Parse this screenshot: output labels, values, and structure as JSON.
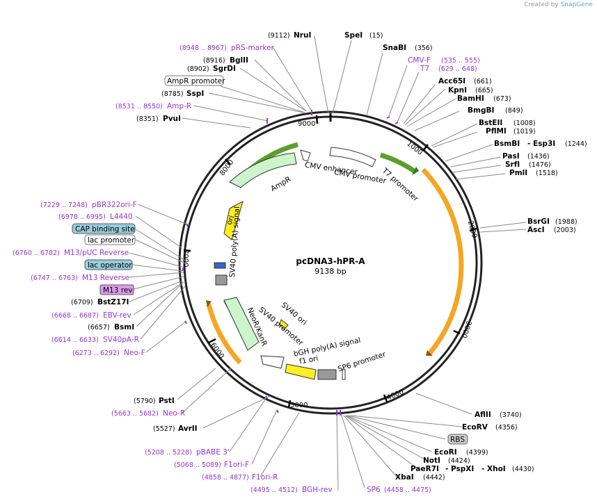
{
  "credit": {
    "prefix": "Created by",
    "brand": "SnapGene"
  },
  "plasmid": {
    "name": "pcDNA3-hPR-A",
    "size": "9138 bp"
  },
  "ticks": [
    "9000",
    "1000",
    "2000",
    "3000",
    "4000",
    "5000",
    "6000",
    "7000",
    "8000"
  ],
  "features": {
    "cmv_enhancer": "CMV enhancer",
    "cmv_promoter": "CMV promoter",
    "t7_promoter": "T7 promoter",
    "ampr": "AmpR",
    "ori": "ori",
    "sv40_polya": "SV40 poly(A) signal",
    "sv40_ori": "SV40 ori",
    "neor": "NeoR/KanR",
    "sv40_promoter": "SV40 promoter",
    "bgh_polya": "bGH poly(A) signal",
    "f1_ori": "f1 ori",
    "sp6_promoter": "SP6 promoter"
  },
  "labels": {
    "nrui": {
      "pos": "(9112)",
      "name": "NruI"
    },
    "spei": {
      "pos": "(15)",
      "name": "SpeI"
    },
    "snabi": {
      "pos": "(356)",
      "name": "SnaBI"
    },
    "prs_marker": {
      "pos": "(8948 .. 8967)",
      "name": "pRS-marker"
    },
    "cmvf": {
      "pos": "(535 .. 555)",
      "name": "CMV-F"
    },
    "t7": {
      "pos": "(629 .. 648)",
      "name": "T7"
    },
    "bglii": {
      "pos": "(8916)",
      "name": "BglII"
    },
    "sgrdi": {
      "pos": "(8902)",
      "name": "SgrDI"
    },
    "acc65i": {
      "pos": "(661)",
      "name": "Acc65I"
    },
    "kpni": {
      "pos": "(665)",
      "name": "KpnI"
    },
    "ampr_promoter": {
      "name": "AmpR promoter"
    },
    "bamhi": {
      "pos": "(673)",
      "name": "BamHI"
    },
    "sspi": {
      "pos": "(8785)",
      "name": "SspI"
    },
    "amp_r": {
      "pos": "(8531 .. 8550)",
      "name": "Amp-R"
    },
    "bmgbi": {
      "pos": "(849)",
      "name": "BmgBI"
    },
    "pvui": {
      "pos": "(8351)",
      "name": "PvuI"
    },
    "bsteii": {
      "pos": "(1008)",
      "name": "BstEII"
    },
    "pflmi": {
      "pos": "(1019)",
      "name": "PflMI"
    },
    "bsmbi": {
      "name": "BsmBI"
    },
    "esp3i": {
      "pos": "(1244)",
      "name": "- Esp3I"
    },
    "pasi": {
      "pos": "(1436)",
      "name": "PasI"
    },
    "srfi": {
      "pos": "(1476)",
      "name": "SrfI"
    },
    "pmli": {
      "pos": "(1518)",
      "name": "PmlI"
    },
    "pbr322": {
      "pos": "(7229 .. 7248)",
      "name": "pBR322ori-F"
    },
    "l4440": {
      "pos": "(6978 .. 6995)",
      "name": "L4440"
    },
    "cap": {
      "name": "CAP binding site"
    },
    "lac_promoter": {
      "name": "lac promoter"
    },
    "m13puc": {
      "pos": "(6760 .. 6782)",
      "name": "M13/pUC Reverse"
    },
    "lac_operator": {
      "name": "lac operator"
    },
    "m13rev": {
      "pos": "(6747 .. 6763)",
      "name": "M13 Reverse"
    },
    "m13rev_box": {
      "name": "M13 rev"
    },
    "bstz17i": {
      "pos": "(6709)",
      "name": "BstZ17I"
    },
    "ebv": {
      "pos": "(6668 .. 6687)",
      "name": "EBV-rev"
    },
    "bsmi": {
      "pos": "(6657)",
      "name": "BsmI"
    },
    "sv40pa": {
      "pos": "(6614 .. 6633)",
      "name": "SV40pA-R"
    },
    "neof": {
      "pos": "(6273 .. 6292)",
      "name": "Neo-F"
    },
    "bsrgi": {
      "pos": "(1988)",
      "name": "BsrGI"
    },
    "asci": {
      "pos": "(2003)",
      "name": "AscI"
    },
    "psti": {
      "pos": "(5790)",
      "name": "PstI"
    },
    "neor_primer": {
      "pos": "(5663 .. 5682)",
      "name": "Neo-R"
    },
    "avrii": {
      "pos": "(5527)",
      "name": "AvrII"
    },
    "pbabe": {
      "pos": "(5208 .. 5228)",
      "name": "pBABE 3'"
    },
    "f1orif": {
      "pos": "(5068 .. 5089)",
      "name": "F1ori-F"
    },
    "f1orir": {
      "pos": "(4858 .. 4877)",
      "name": "F1ori-R"
    },
    "bghrev": {
      "pos": "(4495 .. 4512)",
      "name": "BGH-rev"
    },
    "sp6": {
      "pos": "(4458 .. 4475)",
      "name": "SP6"
    },
    "aflii": {
      "pos": "(3740)",
      "name": "AflII"
    },
    "ecorv": {
      "pos": "(4356)",
      "name": "EcoRV"
    },
    "rbs": {
      "name": "RBS"
    },
    "ecori": {
      "pos": "(4399)",
      "name": "EcoRI"
    },
    "noti": {
      "pos": "(4424)",
      "name": "NotI"
    },
    "paer7i": {
      "name": "PaeR7I"
    },
    "pspxi": {
      "name": "- PspXI"
    },
    "xhoi": {
      "pos": "(4430)",
      "name": "- XhoI"
    },
    "xbai": {
      "pos": "(4442)",
      "name": "XbaI"
    }
  }
}
